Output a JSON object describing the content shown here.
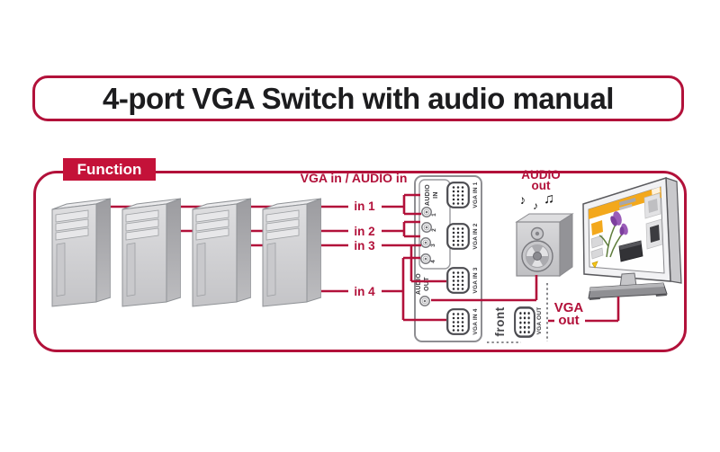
{
  "header": {
    "title": "4-port VGA Switch with audio manual"
  },
  "function_box": {
    "label": "Function"
  },
  "io": {
    "vga_audio_in": "VGA in / AUDIO in",
    "inputs": [
      "in 1",
      "in 2",
      "in 3",
      "in 4"
    ],
    "audio_out": {
      "line1": "AUDIO",
      "line2": "out"
    },
    "vga_out": {
      "line1": "VGA",
      "line2": "out"
    },
    "front": "front",
    "notes": [
      "♪",
      "♪",
      "♫"
    ]
  },
  "switch_panel": {
    "audio_in_label": {
      "line1": "AUDIO",
      "line2": "IN"
    },
    "jack_numbers": [
      "1",
      "2",
      "3",
      "4"
    ],
    "audio_out_label": {
      "line1": "AUDIO",
      "line2": "OUT"
    },
    "vga_in_labels": [
      "VGA IN 1",
      "VGA IN 2",
      "VGA IN 3",
      "VGA IN 4"
    ],
    "vga_out_label": "VGA OUT"
  },
  "colors": {
    "accent": "#b2113a",
    "function_label_bg": "#c41239",
    "panel_border": "#8e8e92",
    "dark_text": "#46464a"
  }
}
